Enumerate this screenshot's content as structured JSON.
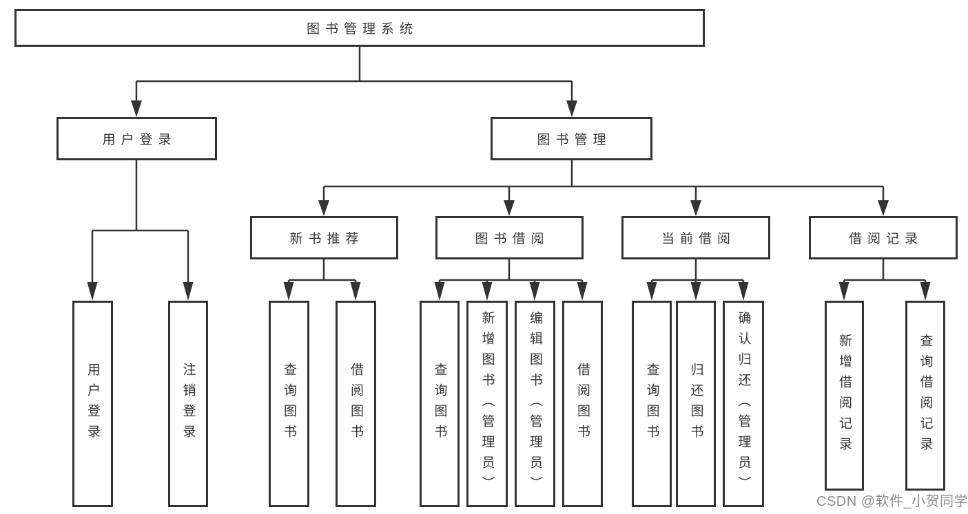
{
  "diagram": {
    "type": "hierarchy-tree",
    "colors": {
      "line": "#333333",
      "box_border": "#333333",
      "text": "#333333",
      "background": "#ffffff",
      "watermark": "#8c8c8c"
    }
  },
  "tree": {
    "label": "图书管理系统",
    "children": [
      {
        "label": "用户登录",
        "children": [
          {
            "label": "用户登录"
          },
          {
            "label": "注销登录"
          }
        ]
      },
      {
        "label": "图书管理",
        "children": [
          {
            "label": "新书推荐",
            "children": [
              {
                "label": "查询图书"
              },
              {
                "label": "借阅图书"
              }
            ]
          },
          {
            "label": "图书借阅",
            "children": [
              {
                "label": "查询图书"
              },
              {
                "label": "新增图书（管理员）"
              },
              {
                "label": "编辑图书（管理员）"
              },
              {
                "label": "借阅图书"
              }
            ]
          },
          {
            "label": "当前借阅",
            "children": [
              {
                "label": "查询图书"
              },
              {
                "label": "归还图书"
              },
              {
                "label": "确认归还（管理员）"
              }
            ]
          },
          {
            "label": "借阅记录",
            "children": [
              {
                "label": "新增借阅记录"
              },
              {
                "label": "查询借阅记录"
              }
            ]
          }
        ]
      }
    ]
  },
  "watermark": {
    "text": "CSDN @软件_小贺同学"
  }
}
